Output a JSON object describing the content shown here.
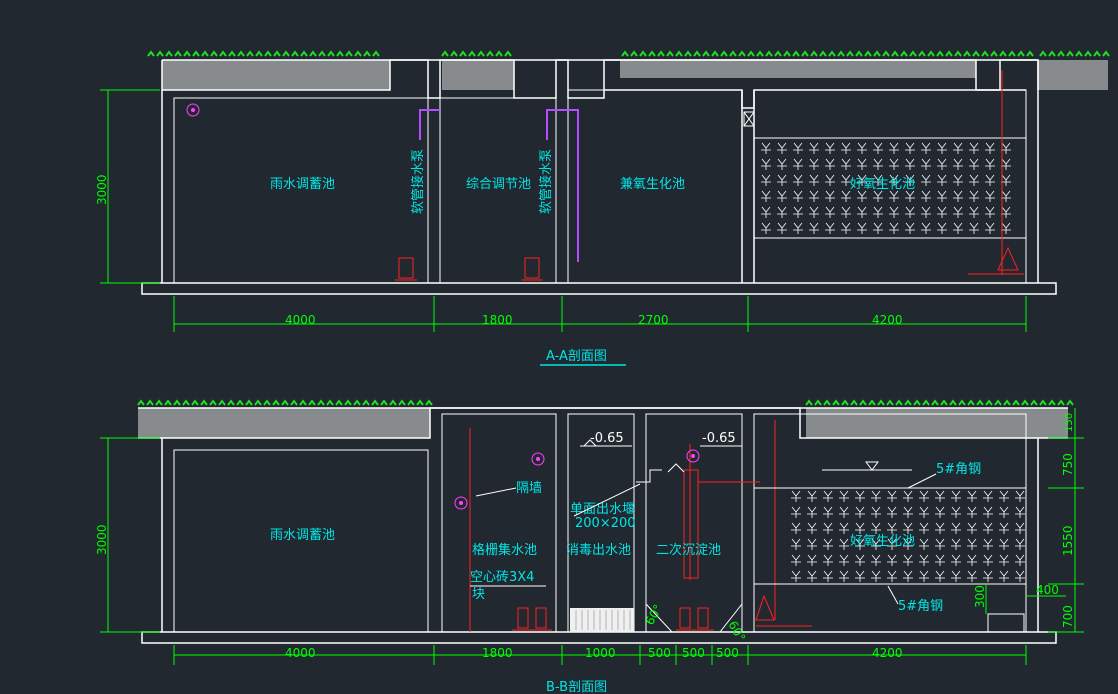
{
  "sectionA": {
    "title": "A-A剖面图",
    "tanks": {
      "rain": "雨水调蓄池",
      "regulate": "综合调节池",
      "anoxic": "兼氧生化池",
      "aerobic": "好氧生化池"
    },
    "pump_labels": [
      "软管接水泵",
      "软管接水泵"
    ],
    "height_dim": "3000",
    "widths": [
      "4000",
      "1800",
      "2700",
      "4200"
    ]
  },
  "sectionB": {
    "title": "B-B剖面图",
    "tanks": {
      "rain": "雨水调蓄池",
      "grille": "格栅集水池",
      "disinfect": "消毒出水池",
      "secondary": "二次沉淀池",
      "aerobic": "好氧生化池"
    },
    "notes": {
      "partition": "隔墙",
      "weir_line1": "单面出水堰",
      "weir_line2": "200×200",
      "brick_line1": "空心砖3X4",
      "brick_line2": "块",
      "angle_top": "5#角钢",
      "angle_bottom": "5#角钢",
      "level_left": "-0.65",
      "level_right": "-0.65",
      "slope_left": "60°",
      "slope_right": "60°"
    },
    "height_dim": "3000",
    "widths": [
      "4000",
      "1800",
      "1000",
      "500",
      "500",
      "500",
      "4200"
    ],
    "right_dims": [
      "150",
      "750",
      "1550",
      "700"
    ],
    "inner_dims": [
      "300",
      "400"
    ]
  },
  "colors": {
    "wall": "#ffffff",
    "dimension": "#00ff00",
    "text": "#00e6e6",
    "pump": "#ff2020",
    "pipe": "#b44cff",
    "background": "#212830"
  }
}
